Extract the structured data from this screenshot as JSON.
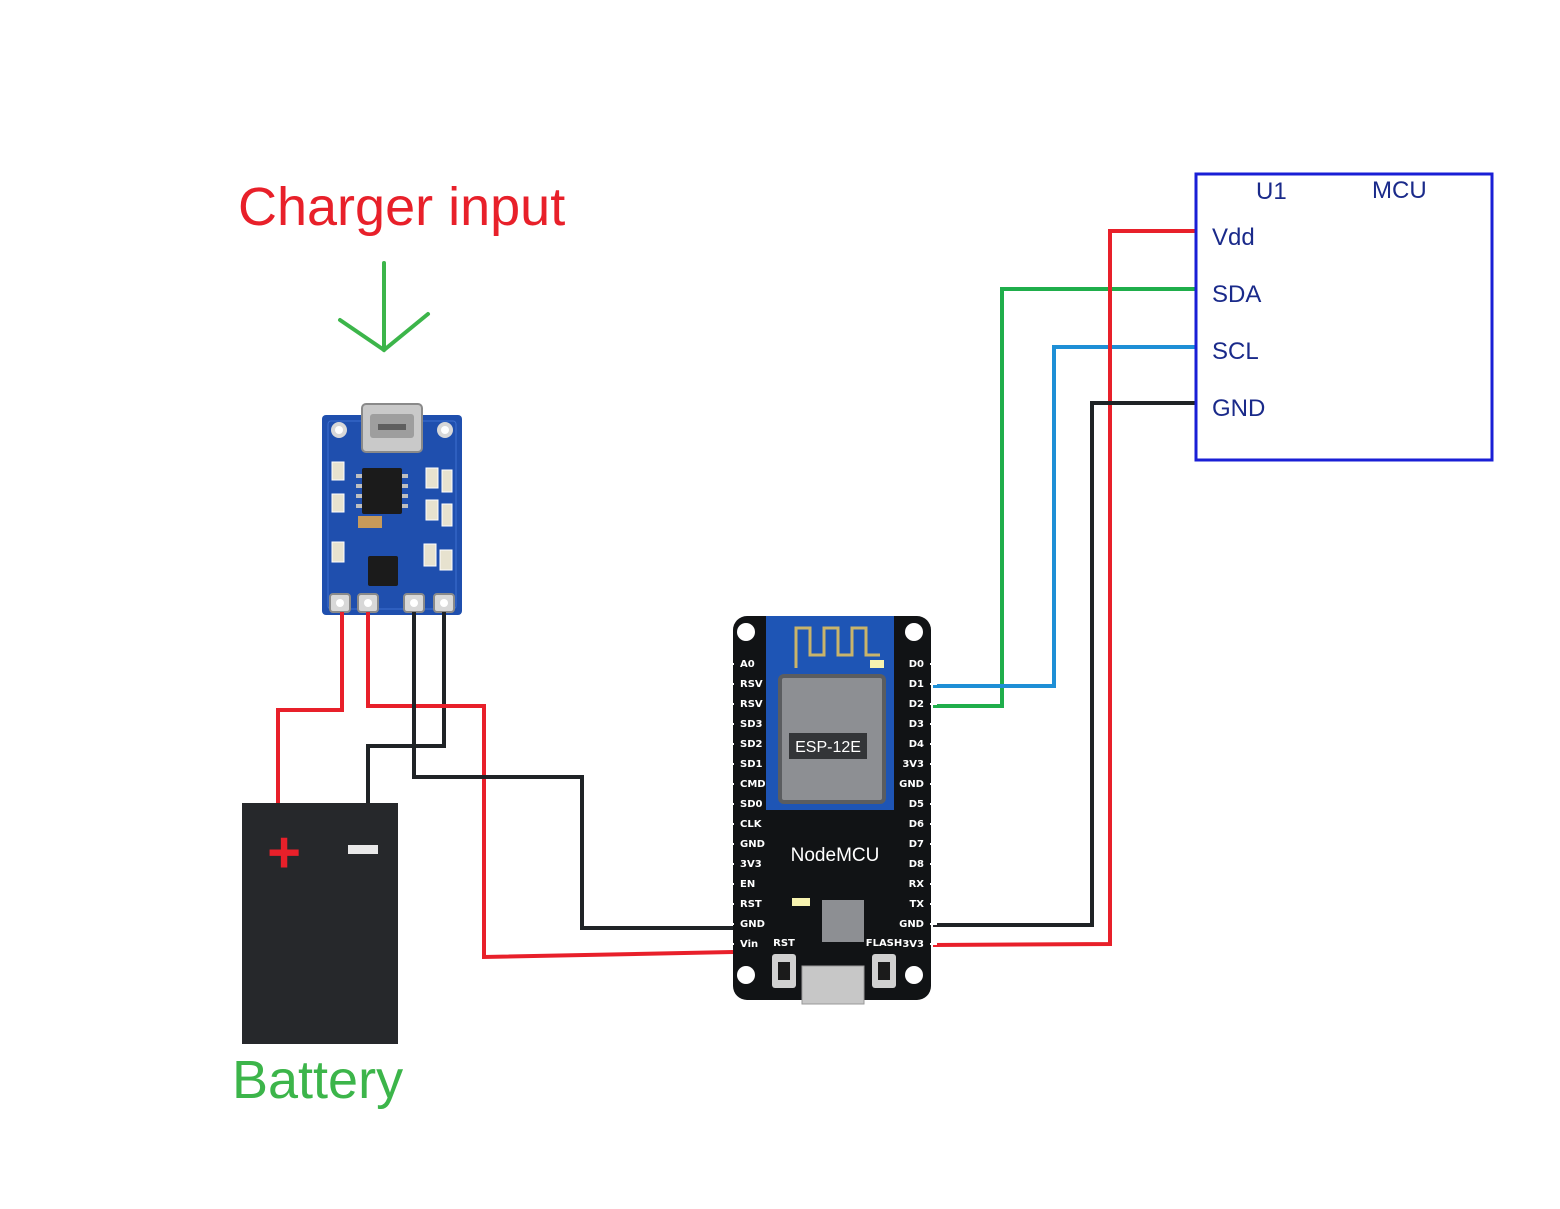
{
  "labels": {
    "charger_input": "Charger input",
    "battery": "Battery",
    "battery_plus": "+",
    "battery_minus": "−"
  },
  "nodemcu": {
    "module_label": "ESP-12E",
    "board_label": "NodeMCU",
    "left_pins": [
      "A0",
      "RSV",
      "RSV",
      "SD3",
      "SD2",
      "SD1",
      "CMD",
      "SD0",
      "CLK",
      "GND",
      "3V3",
      "EN",
      "RST",
      "GND",
      "Vin"
    ],
    "right_pins": [
      "D0",
      "D1",
      "D2",
      "D3",
      "D4",
      "3V3",
      "GND",
      "D5",
      "D6",
      "D7",
      "D8",
      "RX",
      "TX",
      "GND",
      "3V3"
    ],
    "button_rst": "RST",
    "button_flash": "FLASH"
  },
  "mcu_block": {
    "ref": "U1",
    "name": "MCU",
    "pins": [
      "Vdd",
      "SDA",
      "SCL",
      "GND"
    ]
  },
  "colors": {
    "label_red": "#e8202a",
    "label_green": "#3cb54a",
    "wire_red": "#e8202a",
    "wire_black": "#1f2326",
    "wire_green": "#1fae4b",
    "wire_blue": "#1e8fd6",
    "mcu_border": "#1a1fd6",
    "board_pcb": "#1f4fae",
    "nodemcu_body": "#111315",
    "battery_body": "#26282b"
  }
}
